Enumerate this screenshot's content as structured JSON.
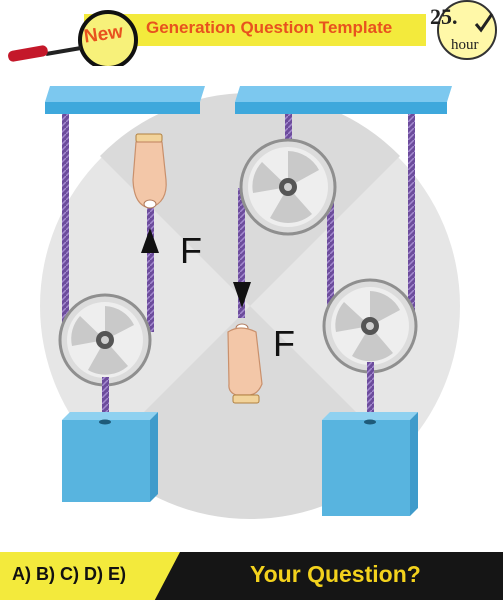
{
  "header": {
    "new_label": "New",
    "title": "Generation Question Template",
    "clock_number": "25.",
    "clock_unit": "hour",
    "magnifier_icon": "magnifier-icon",
    "clock_icon": "clock-check-icon"
  },
  "diagram": {
    "force_left": "F",
    "force_right": "F",
    "colors": {
      "ceiling": "#4fb6e6",
      "block": "#58b4df",
      "rope": "#6c4c9c",
      "pulley": "#e6e6e6",
      "background_circle": "#e7e7e7"
    }
  },
  "footer": {
    "answers": "A) B) C) D) E)",
    "your_question": "Your Question?"
  },
  "colors": {
    "accent_yellow": "#f3ea3c",
    "title_orange": "#e8521e",
    "footer_dark": "#151515",
    "footer_yellow_text": "#f3d21d"
  }
}
